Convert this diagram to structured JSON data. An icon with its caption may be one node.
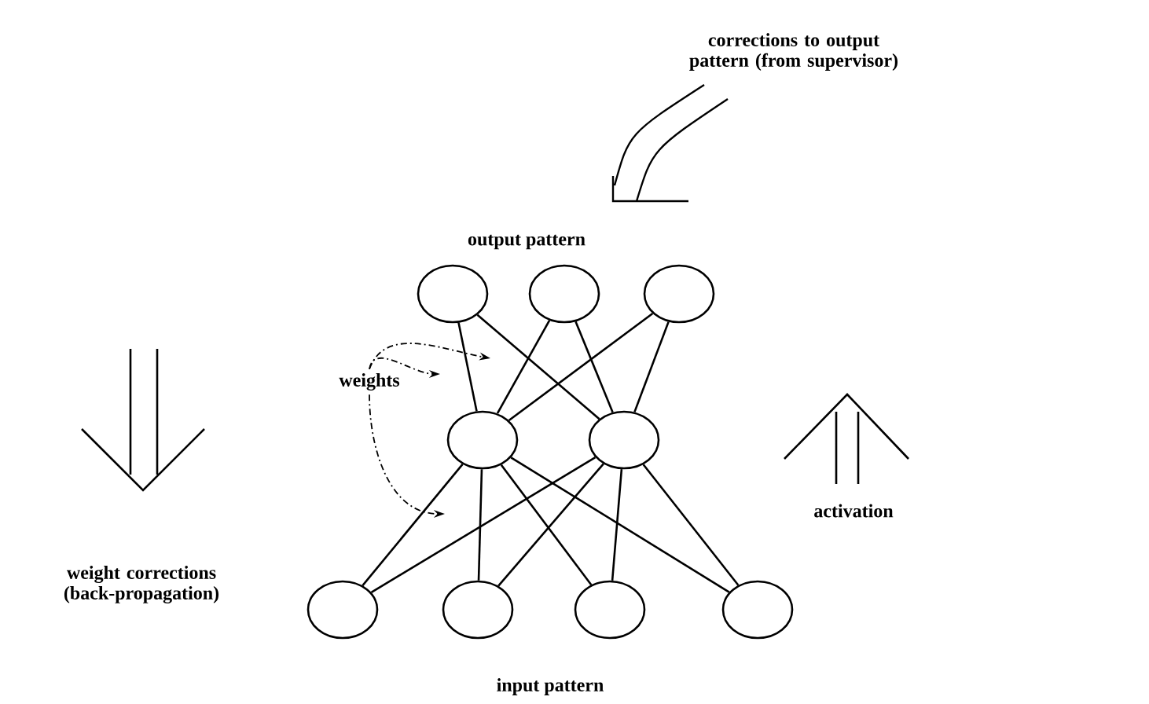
{
  "diagram": {
    "nodes": [
      {
        "text": [],
        "shape": "circle"
      },
      {
        "text": [],
        "shape": "circle"
      },
      {
        "text": [],
        "shape": "circle"
      },
      {
        "text": [],
        "shape": "circle"
      },
      {
        "text": [],
        "shape": "circle"
      },
      {
        "text": [],
        "shape": "circle"
      },
      {
        "text": [],
        "shape": "circle"
      },
      {
        "text": [],
        "shape": "circle"
      },
      {
        "text": [],
        "shape": "circle"
      },
      {
        "text": [
          "weights"
        ]
      }
    ],
    "edges": [
      {
        "from": 0,
        "to": 3,
        "arrow": "none"
      },
      {
        "from": 0,
        "to": 4,
        "arrow": "none"
      },
      {
        "from": 1,
        "to": 3,
        "arrow": "none"
      },
      {
        "from": 1,
        "to": 4,
        "arrow": "none"
      },
      {
        "from": 2,
        "to": 3,
        "arrow": "none"
      },
      {
        "from": 2,
        "to": 4,
        "arrow": "none"
      },
      {
        "from": 3,
        "to": 5,
        "arrow": "none"
      },
      {
        "from": 3,
        "to": 6,
        "arrow": "none"
      },
      {
        "from": 3,
        "to": 7,
        "arrow": "none"
      },
      {
        "from": 3,
        "to": 8,
        "arrow": "none"
      },
      {
        "from": 4,
        "to": 5,
        "arrow": "none"
      },
      {
        "from": 4,
        "to": 6,
        "arrow": "none"
      },
      {
        "from": 4,
        "to": 7,
        "arrow": "none"
      },
      {
        "from": 4,
        "to": 8,
        "arrow": "none"
      },
      {
        "from": 9,
        "to": null,
        "arrow": "to",
        "style": "dashed"
      },
      {
        "from": 9,
        "to": null,
        "arrow": "to",
        "style": "dashed"
      },
      {
        "from": 9,
        "to": null,
        "arrow": "to",
        "style": "dashed"
      }
    ],
    "labels": [
      "corrections to output pattern (from supervisor)",
      "output pattern",
      "activation",
      "weight corrections (back-propagation)",
      "input pattern"
    ]
  }
}
